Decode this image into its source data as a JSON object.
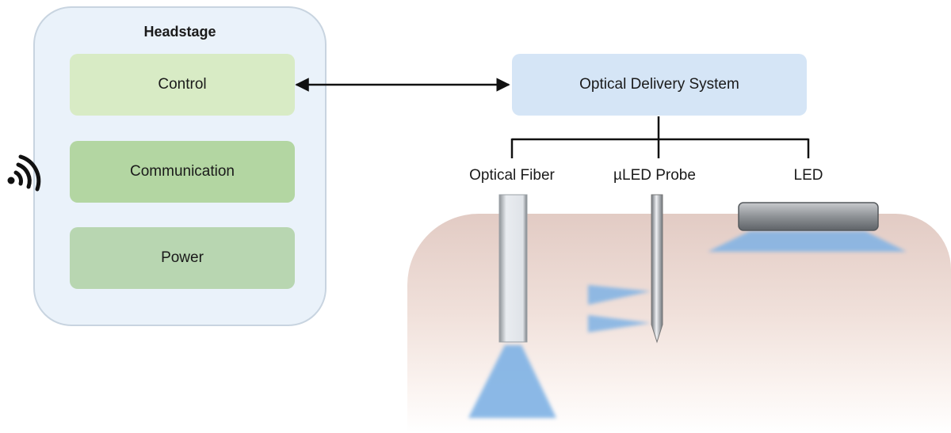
{
  "headstage": {
    "title": "Headstage",
    "modules": [
      "Control",
      "Communication",
      "Power"
    ]
  },
  "optical_delivery": {
    "title": "Optical Delivery System",
    "branches": [
      "Optical Fiber",
      "µLED Probe",
      "LED"
    ]
  },
  "icons": [
    "wifi-icon"
  ],
  "colors": {
    "headstage_bg": "#eaf2fa",
    "control": "#d8ebc5",
    "communication": "#b3d6a2",
    "power": "#b8d6b1",
    "optical_box": "#d5e5f6",
    "light": "#7fb2e5"
  }
}
